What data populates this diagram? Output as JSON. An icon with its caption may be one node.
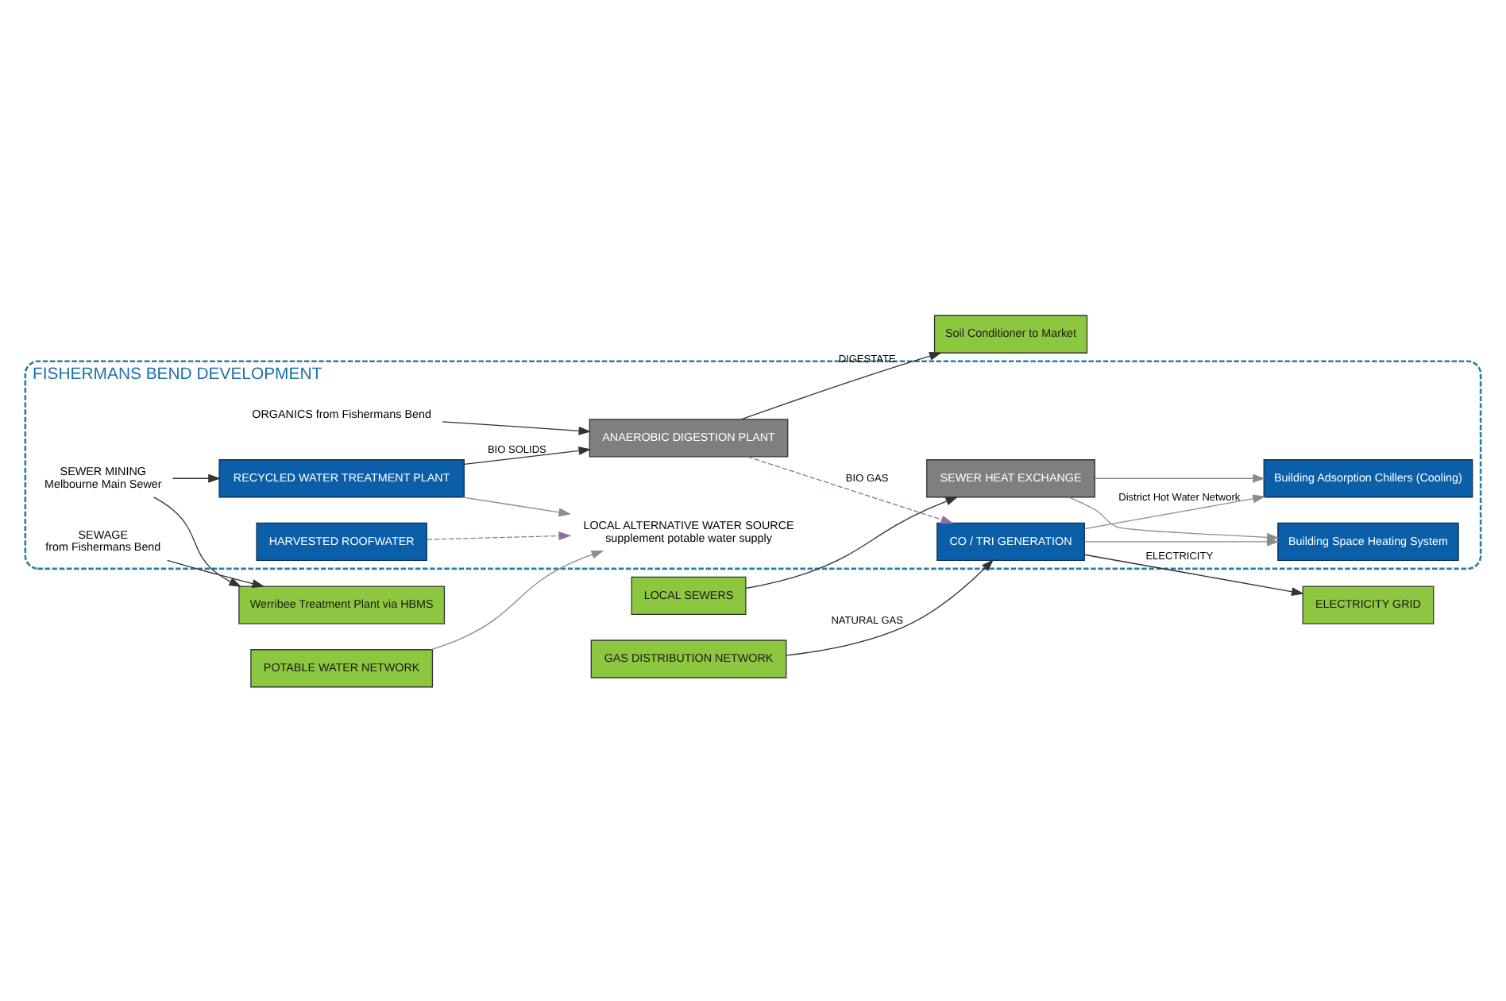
{
  "diagram": {
    "nodes": [
      {
        "text": [
          "FISHERMANS BEND DEVELOPMENT"
        ]
      },
      {
        "text": [
          "GAS DISTRIBUTION NETWORK"
        ]
      },
      {
        "text": [
          "CO / TRI GENERATION"
        ],
        "in": 0
      },
      {
        "text": [
          "ELECTRICITY GRID"
        ]
      },
      {
        "text": [
          "SEWER HEAT EXCHANGE"
        ],
        "in": 0
      },
      {
        "text": [
          "LOCAL SEWERS"
        ]
      },
      {
        "text": [
          "Building Adsorption Chillers (Cooling)"
        ],
        "in": 0
      },
      {
        "text": [
          "Building Space Heating System"
        ],
        "in": 0
      },
      {
        "text": [
          "SEWER MINING",
          "Melbourne Main Sewer"
        ],
        "in": 0
      },
      {
        "text": [
          "Werribee Treatment Plant via HBMS"
        ]
      },
      {
        "text": [
          "SEWAGE",
          "from Fishermans Bend"
        ],
        "in": 0
      },
      {
        "text": [
          "RECYCLED WATER TREATMENT PLANT"
        ],
        "in": 0
      },
      {
        "text": [
          "HARVESTED ROOFWATER"
        ],
        "in": 0
      },
      {
        "text": [
          "LOCAL ALTERNATIVE WATER SOURCE",
          "supplement potable water supply"
        ],
        "in": 0
      },
      {
        "text": [
          "POTABLE WATER NETWORK"
        ]
      },
      {
        "text": [
          "ORGANICS from Fishermans Bend"
        ],
        "in": 0
      },
      {
        "text": [
          "ANAEROBIC DIGESTION PLANT"
        ],
        "in": 0
      },
      {
        "text": [
          "Soil Conditioner to Market"
        ]
      }
    ],
    "edges": [
      {
        "from": 1,
        "to": 2,
        "arrow": "to",
        "label": "NATURAL GAS"
      },
      {
        "from": 2,
        "to": 3,
        "arrow": "to",
        "label": "ELECTRICITY"
      },
      {
        "from": 5,
        "to": 4,
        "arrow": "to"
      },
      {
        "from": 2,
        "to": 6,
        "arrow": "to",
        "label": "District Hot Water Network",
        "color": "#8c8c8c"
      },
      {
        "from": 2,
        "to": 7,
        "arrow": "to",
        "color": "#8c8c8c"
      },
      {
        "from": 4,
        "to": 6,
        "arrow": "to",
        "color": "#8c8c8c"
      },
      {
        "from": 4,
        "to": 7,
        "arrow": "to",
        "color": "#8c8c8c"
      },
      {
        "from": 8,
        "to": 11,
        "arrow": "to"
      },
      {
        "from": 8,
        "to": 9,
        "arrow": "to"
      },
      {
        "from": 10,
        "to": 9,
        "arrow": "to"
      },
      {
        "from": 11,
        "to": 13,
        "arrow": "to",
        "color": "#8c8c8c"
      },
      {
        "from": 12,
        "to": 13,
        "arrow": "to",
        "style": "dashed",
        "color": "#8e6fa0"
      },
      {
        "from": 14,
        "to": 13,
        "arrow": "to",
        "color": "#8c8c8c"
      },
      {
        "from": 11,
        "to": 16,
        "arrow": "to",
        "label": "BIO SOLIDS"
      },
      {
        "from": 15,
        "to": 16,
        "arrow": "to"
      },
      {
        "from": 16,
        "to": 2,
        "arrow": "to",
        "label": "BIO GAS",
        "style": "dashed",
        "color": "#8e6fa0"
      },
      {
        "from": 16,
        "to": 17,
        "arrow": "to",
        "label": "DIGESTATE"
      }
    ]
  }
}
